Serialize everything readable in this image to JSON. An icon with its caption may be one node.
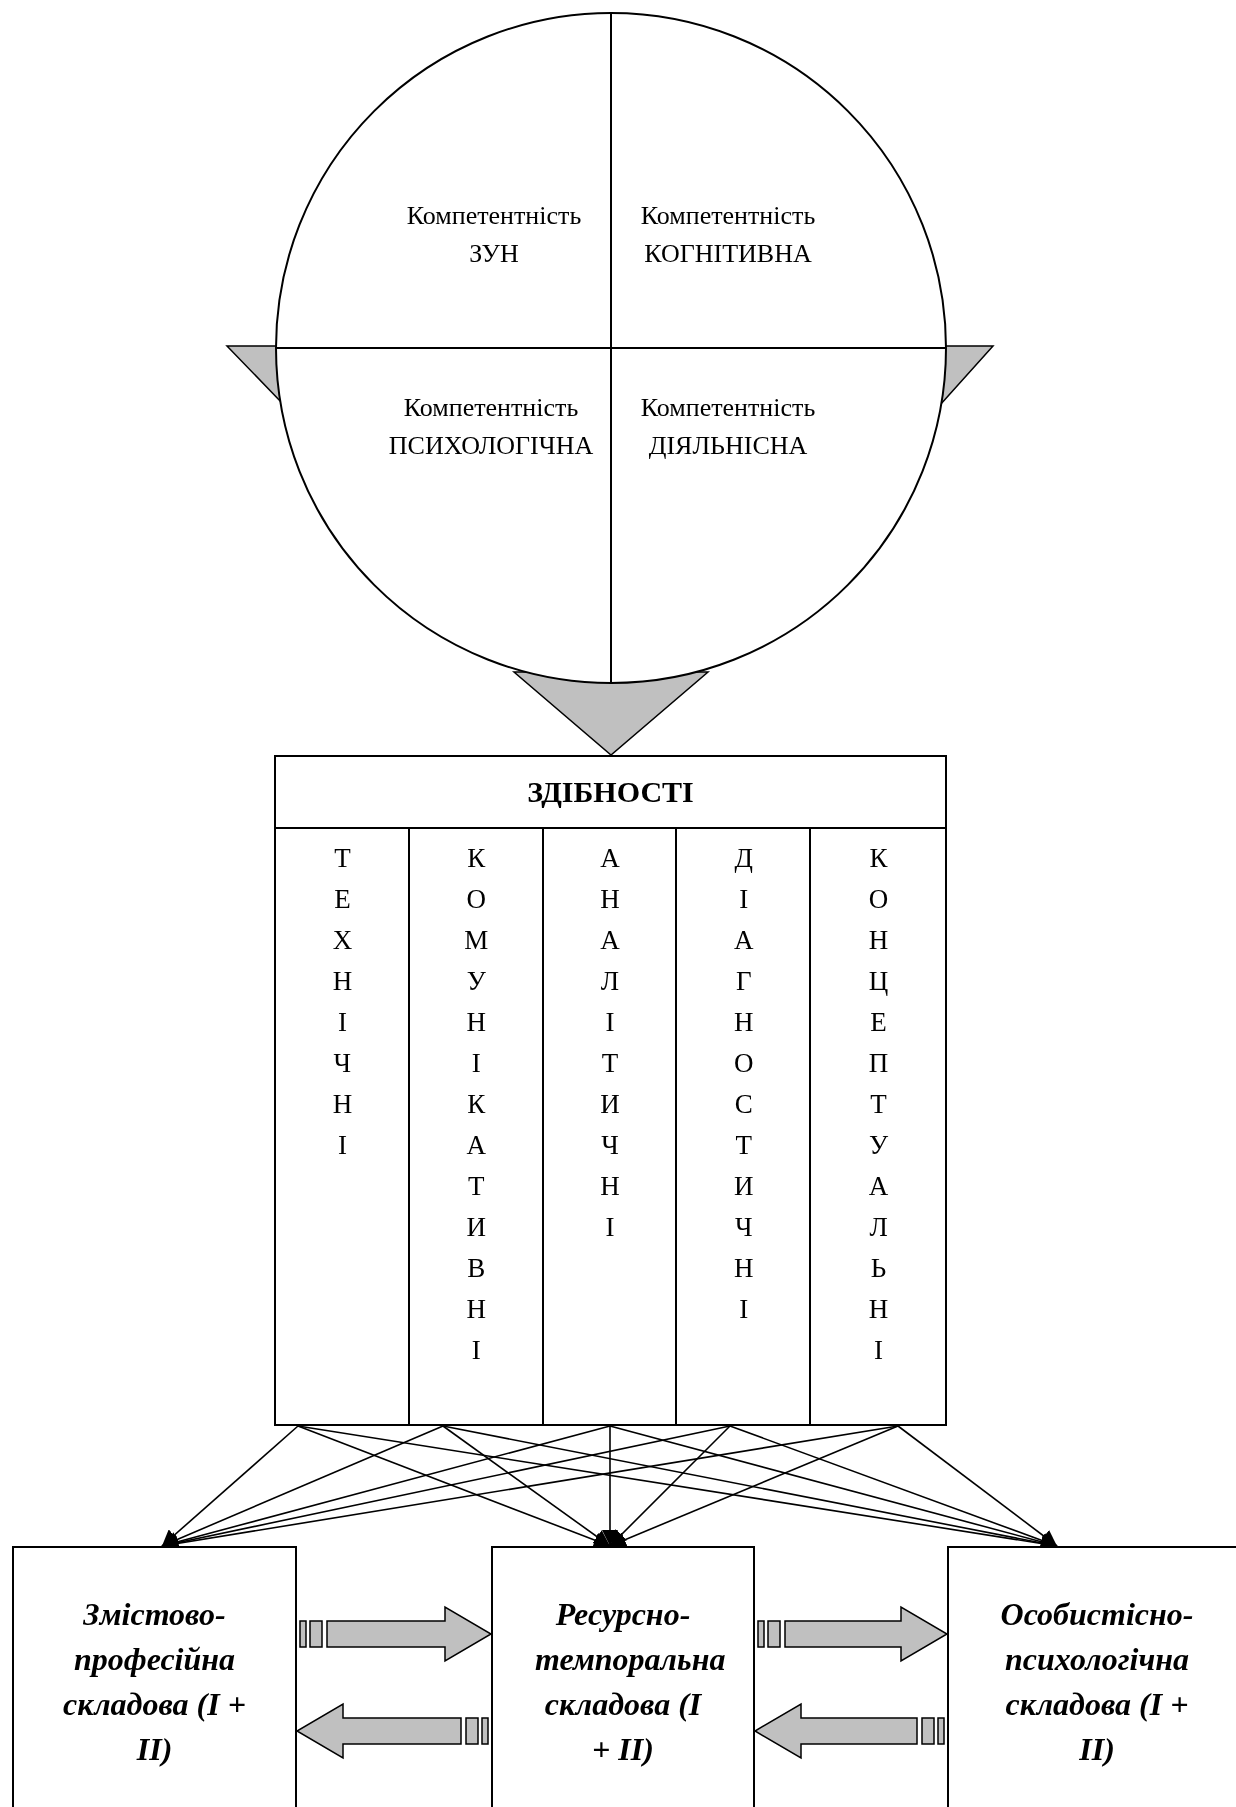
{
  "diagram": {
    "nodes": [
      {
        "text": [],
        "shape": "circle"
      },
      {
        "text": [
          "Компетентність ЗУН"
        ],
        "in": 0
      },
      {
        "text": [
          "Компетентність КОГНІТИВНА"
        ],
        "in": 0
      },
      {
        "text": [
          "Компетентність ПСИХОЛОГІЧНА"
        ],
        "in": 0
      },
      {
        "text": [
          "Компетентність ДІЯЛЬНІСНА"
        ],
        "in": 0
      },
      {
        "text": [
          "ЗДІБНОСТІ"
        ]
      },
      {
        "text": [
          "ТЕХНІЧНІ"
        ],
        "in": 5
      },
      {
        "text": [
          "КОМУНІКАТИВНІ"
        ],
        "in": 5
      },
      {
        "text": [
          "АНАЛІТИЧНІ"
        ],
        "in": 5
      },
      {
        "text": [
          "ДІАГНОСТИЧНІ"
        ],
        "in": 5
      },
      {
        "text": [
          "КОНЦЕПТУАЛЬНІ"
        ],
        "in": 5
      },
      {
        "text": [
          "Змістово-професійна складова (I + II)"
        ]
      },
      {
        "text": [
          "Ресурсно-темпоральна складова (I + II)"
        ]
      },
      {
        "text": [
          "Особистісно-психологічна складова (I + II)"
        ]
      }
    ],
    "edges": [
      {
        "from": 0,
        "to": 5,
        "arrow": "to",
        "style": "thick",
        "color": "#c0c0c0"
      },
      {
        "from": 6,
        "to": 11,
        "arrow": "to"
      },
      {
        "from": 6,
        "to": 12,
        "arrow": "to"
      },
      {
        "from": 6,
        "to": 13,
        "arrow": "to"
      },
      {
        "from": 7,
        "to": 11,
        "arrow": "to"
      },
      {
        "from": 7,
        "to": 12,
        "arrow": "to"
      },
      {
        "from": 7,
        "to": 13,
        "arrow": "to"
      },
      {
        "from": 8,
        "to": 11,
        "arrow": "to"
      },
      {
        "from": 8,
        "to": 12,
        "arrow": "to"
      },
      {
        "from": 8,
        "to": 13,
        "arrow": "to"
      },
      {
        "from": 9,
        "to": 11,
        "arrow": "to"
      },
      {
        "from": 9,
        "to": 12,
        "arrow": "to"
      },
      {
        "from": 9,
        "to": 13,
        "arrow": "to"
      },
      {
        "from": 10,
        "to": 11,
        "arrow": "to"
      },
      {
        "from": 10,
        "to": 12,
        "arrow": "to"
      },
      {
        "from": 10,
        "to": 13,
        "arrow": "to"
      },
      {
        "from": 11,
        "to": 12,
        "arrow": "to",
        "style": "thick",
        "color": "#c0c0c0"
      },
      {
        "from": 12,
        "to": 11,
        "arrow": "to",
        "style": "thick",
        "color": "#c0c0c0"
      },
      {
        "from": 12,
        "to": 13,
        "arrow": "to",
        "style": "thick",
        "color": "#c0c0c0"
      },
      {
        "from": 13,
        "to": 12,
        "arrow": "to",
        "style": "thick",
        "color": "#c0c0c0"
      }
    ]
  }
}
